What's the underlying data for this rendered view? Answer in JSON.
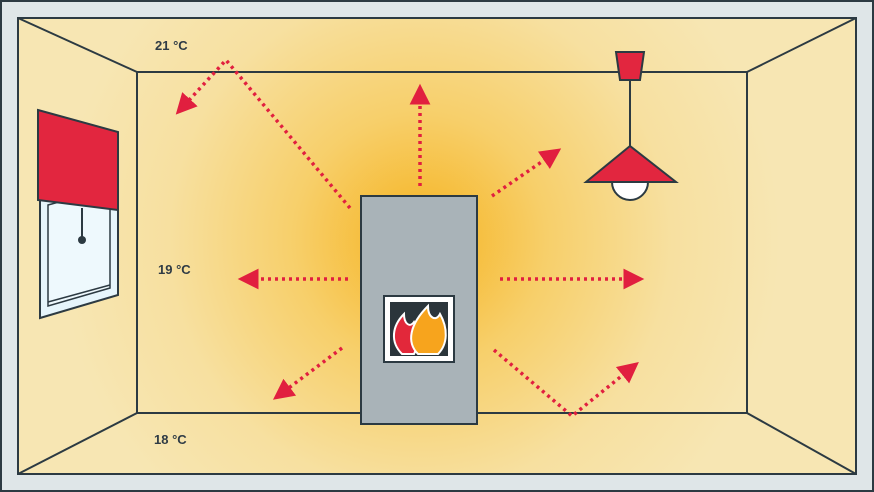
{
  "temperatures": {
    "ceiling": "21 °C",
    "middle": "19 °C",
    "floor": "18 °C"
  },
  "colors": {
    "wall_fill": "#f6e3a6",
    "glow_center": "#f5b62a",
    "outline": "#2c3a42",
    "stove_body": "#a9b3b8",
    "arrow_red": "#e11f3f",
    "fire_orange": "#f7a41d",
    "fire_red": "#e2283a",
    "window_glass": "#e6f5fb",
    "blind_red": "#e2263f",
    "lamp_red": "#e2263f"
  },
  "icons": {
    "stove": "stove-icon",
    "fire": "flame-icon",
    "lamp": "pendant-lamp-icon",
    "window": "window-icon"
  }
}
